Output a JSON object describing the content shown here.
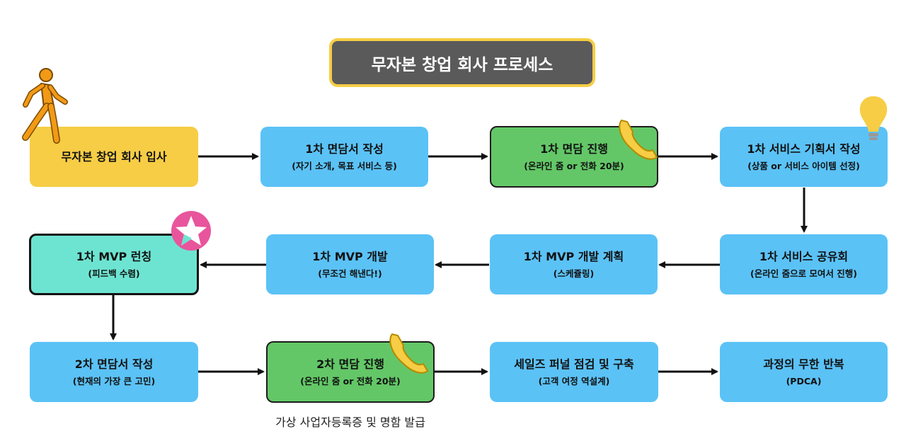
{
  "title": "무자본 창업 회사 프로세스",
  "nodes": {
    "start": {
      "main": "무자본 창업 회사 입사"
    },
    "first_form": {
      "main": "1차 면담서 작성",
      "sub": "(자기 소개, 목표 서비스 등)"
    },
    "first_meeting": {
      "main": "1차 면담 진행",
      "sub": "(온라인 줌 or 전화 20분)"
    },
    "plan_doc": {
      "main": "1차 서비스 기획서 작성",
      "sub": "(상품 or 서비스 아이템 선정)"
    },
    "share_meeting": {
      "main": "1차 서비스 공유회",
      "sub": "(온라인 줌으로 모여서 진행)"
    },
    "mvp_plan": {
      "main": "1차 MVP 개발 계획",
      "sub": "(스케쥴링)"
    },
    "mvp_dev": {
      "main": "1차 MVP 개발",
      "sub": "(무조건 해낸다!)"
    },
    "mvp_launch": {
      "main": "1차 MVP 런칭",
      "sub": "(피드백 수렴)"
    },
    "second_form": {
      "main": "2차 면담서 작성",
      "sub": "(현재의 가장 큰 고민)"
    },
    "second_meeting": {
      "main": "2차 면담 진행",
      "sub": "(온라인 줌 or 전화 20분)"
    },
    "sales_funnel": {
      "main": "세일즈 퍼널 점검 및 구축",
      "sub": "(고객 여정 역설계)"
    },
    "pdca": {
      "main": "과정의 무한 반복",
      "sub": "(PDCA)"
    }
  },
  "caption": "가상 사업자등록증 및 명함 발급",
  "icons": {
    "walker": "walking-person-icon",
    "phone": "phone-icon",
    "bulb": "lightbulb-icon",
    "star": "star-icon"
  },
  "colors": {
    "blue": "#5bc2f6",
    "green": "#63c767",
    "yellow": "#f6cd45",
    "teal": "#6de4d1",
    "title_bg": "#5a5a5a",
    "star_badge": "#e8559c",
    "walker": "#f29a16"
  }
}
